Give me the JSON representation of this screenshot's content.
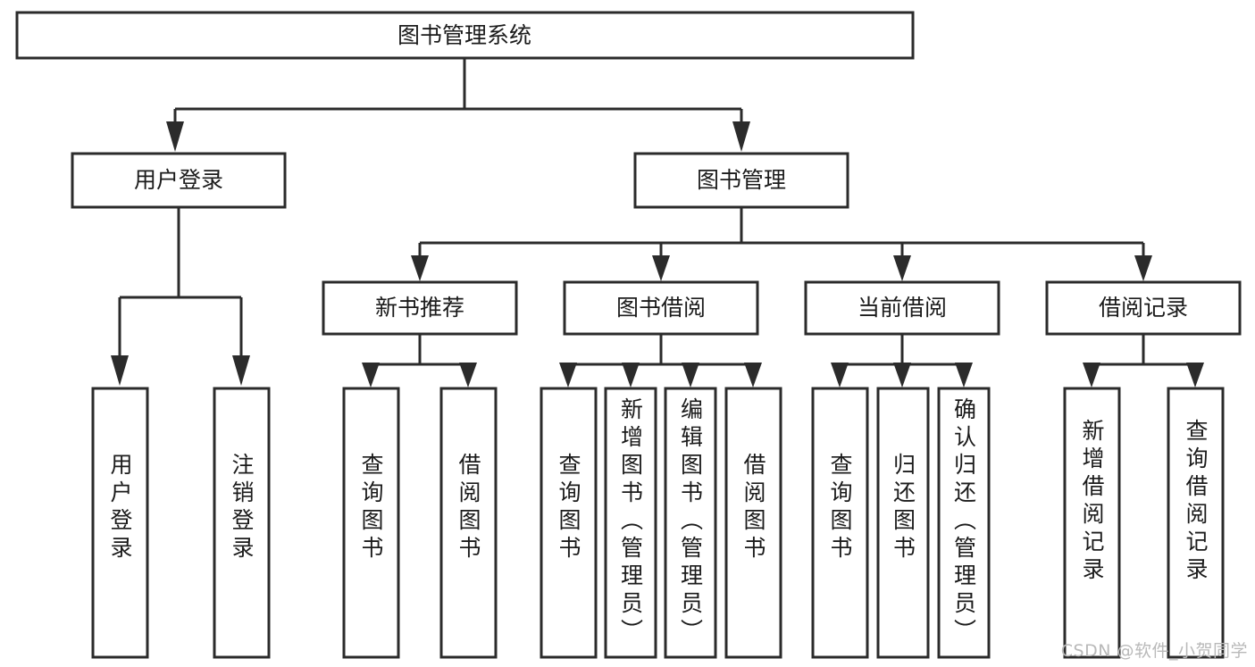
{
  "diagram": {
    "type": "tree",
    "title": "图书管理系统",
    "orientation": "top-down",
    "background_color": "#ffffff",
    "box_fill": "#ffffff",
    "box_stroke": "#2b2b2b",
    "text_color": "#1b1b1b"
  },
  "root": {
    "label": "图书管理系统"
  },
  "level1": [
    {
      "label": "用户登录"
    },
    {
      "label": "图书管理"
    }
  ],
  "level2": [
    {
      "label": "新书推荐"
    },
    {
      "label": "图书借阅"
    },
    {
      "label": "当前借阅"
    },
    {
      "label": "借阅记录"
    }
  ],
  "leaves": [
    {
      "label": "用户登录",
      "parent": "用户登录"
    },
    {
      "label": "注销登录",
      "parent": "用户登录"
    },
    {
      "label": "查询图书",
      "parent": "新书推荐"
    },
    {
      "label": "借阅图书",
      "parent": "新书推荐"
    },
    {
      "label": "查询图书",
      "parent": "图书借阅"
    },
    {
      "label": "新增图书（管理员）",
      "parent": "图书借阅"
    },
    {
      "label": "编辑图书（管理员）",
      "parent": "图书借阅"
    },
    {
      "label": "借阅图书",
      "parent": "图书借阅"
    },
    {
      "label": "查询图书",
      "parent": "当前借阅"
    },
    {
      "label": "归还图书",
      "parent": "当前借阅"
    },
    {
      "label": "确认归还（管理员）",
      "parent": "当前借阅"
    },
    {
      "label": "新增借阅记录",
      "parent": "借阅记录"
    },
    {
      "label": "查询借阅记录",
      "parent": "借阅记录"
    }
  ],
  "watermark": {
    "text": "CSDN @软件_小贺同学"
  }
}
